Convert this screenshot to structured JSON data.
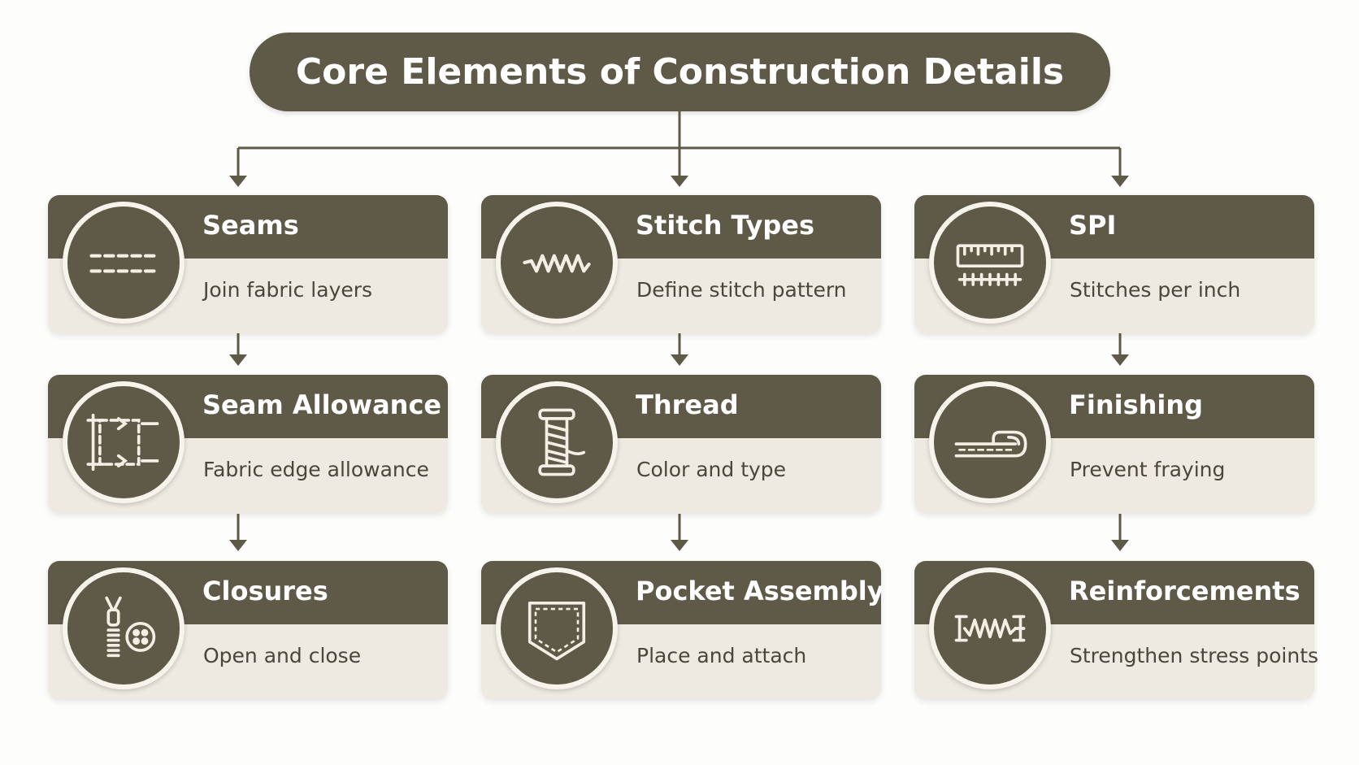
{
  "title": "Core Elements of Construction Details",
  "colors": {
    "primary": "#5f5948",
    "card_body": "#eeeae1",
    "text": "#4b463a",
    "background": "#fdfdfb"
  },
  "cards": [
    {
      "label": "Seams",
      "desc": "Join fabric layers",
      "icon": "dashed-seam-icon"
    },
    {
      "label": "Stitch Types",
      "desc": "Define stitch pattern",
      "icon": "zigzag-stitch-icon"
    },
    {
      "label": "SPI",
      "desc": "Stitches per inch",
      "icon": "ruler-icon"
    },
    {
      "label": "Seam Allowance",
      "desc": "Fabric edge allowance",
      "icon": "allowance-frame-icon"
    },
    {
      "label": "Thread",
      "desc": "Color and type",
      "icon": "thread-spool-icon"
    },
    {
      "label": "Finishing",
      "desc": "Prevent fraying",
      "icon": "folded-edge-icon"
    },
    {
      "label": "Closures",
      "desc": "Open and close",
      "icon": "zipper-button-icon"
    },
    {
      "label": "Pocket Assembly",
      "desc": "Place and attach",
      "icon": "pocket-icon"
    },
    {
      "label": "Reinforcements",
      "desc": "Strengthen stress points",
      "icon": "bartack-icon"
    }
  ]
}
